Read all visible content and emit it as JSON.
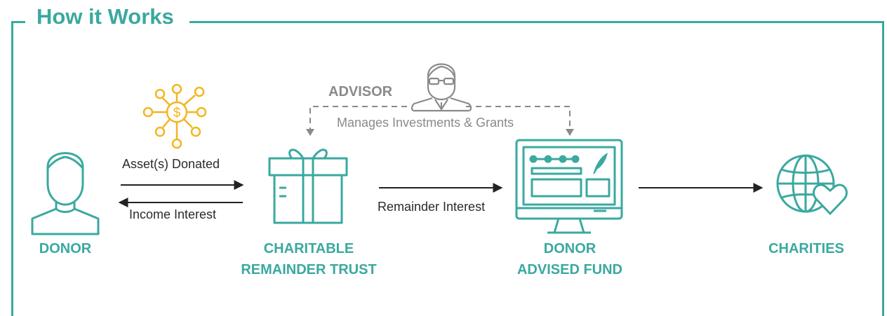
{
  "title": "How it Works",
  "nodes": {
    "donor": "DONOR",
    "crt_line1": "CHARITABLE",
    "crt_line2": "REMAINDER TRUST",
    "daf_line1": "DONOR",
    "daf_line2": "ADVISED FUND",
    "charities": "CHARITIES"
  },
  "flows": {
    "asset_donated": "Asset(s) Donated",
    "income_interest": "Income Interest",
    "remainder_interest": "Remainder Interest"
  },
  "advisor": {
    "label": "ADVISOR",
    "description": "Manages Investments & Grants"
  },
  "colors": {
    "accent": "#3aa99f",
    "asset_icon": "#f4b521",
    "advisor_gray": "#8a8a8a",
    "arrow": "#222222"
  },
  "icons": [
    "donor-icon",
    "asset-network-icon",
    "gift-icon",
    "advisor-icon",
    "computer-icon",
    "feather-icon",
    "globe-heart-icon"
  ]
}
